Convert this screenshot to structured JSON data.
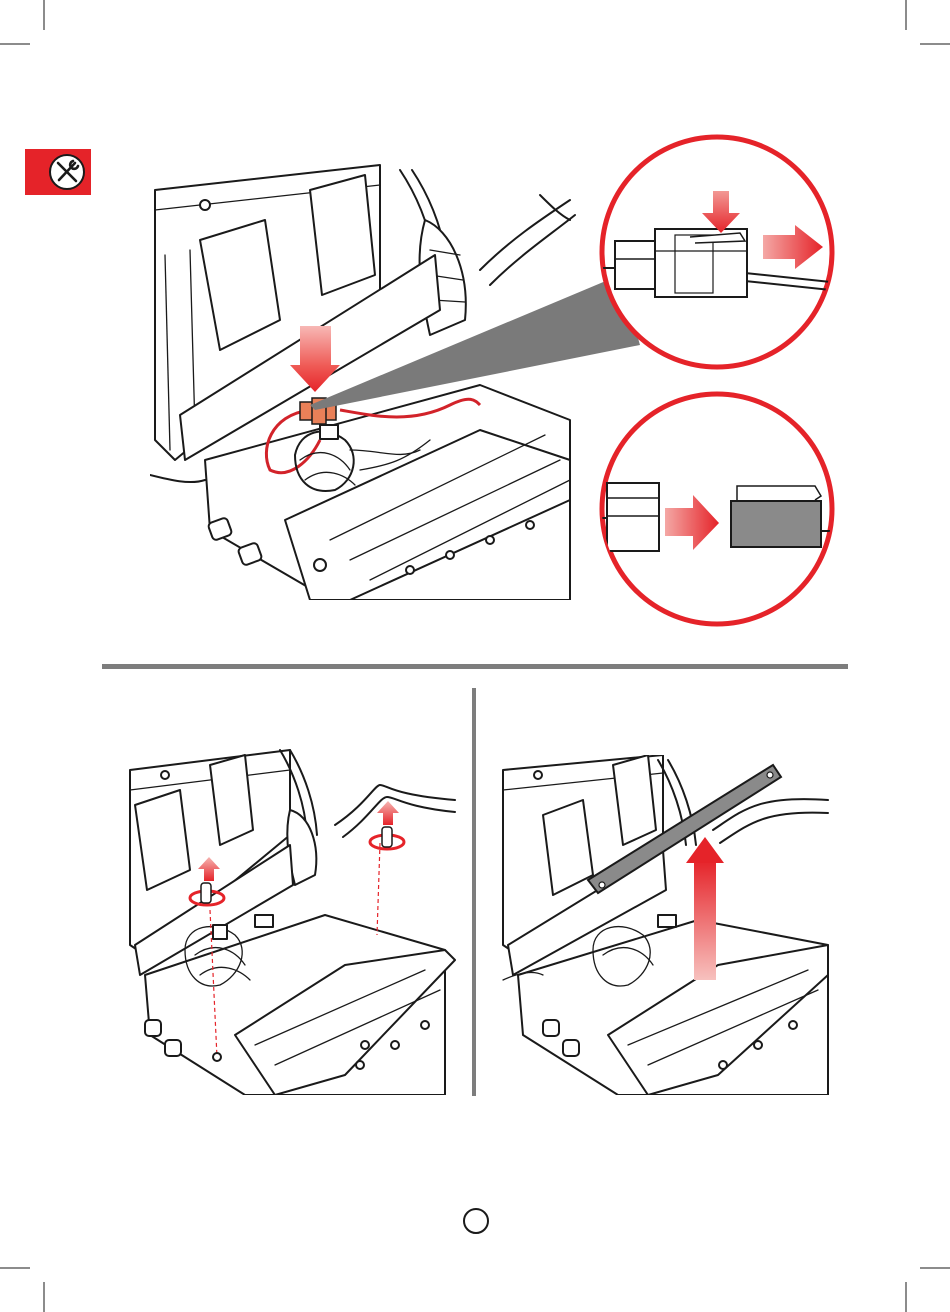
{
  "page": {
    "page_number_text": "",
    "colors": {
      "accent_red": "#e52329",
      "arrow_red": "#ee4e4c",
      "wire_red": "#d2232a",
      "connector_orange": "#e98058",
      "divider_grey": "#7d7d7d",
      "zoom_grey": "#7a7a7a",
      "line_black": "#1a1a1a"
    }
  },
  "tool_badge": {
    "icon": "wrench-screwdriver-icon"
  },
  "figures": {
    "top": {
      "name": "disconnect-connector-overview"
    },
    "zoom_connector": {
      "name": "connector-press-tab-and-pull"
    },
    "zoom_separated": {
      "name": "connector-separated"
    },
    "bottom_left": {
      "name": "remove-bolts"
    },
    "bottom_right": {
      "name": "lift-bracket"
    }
  }
}
